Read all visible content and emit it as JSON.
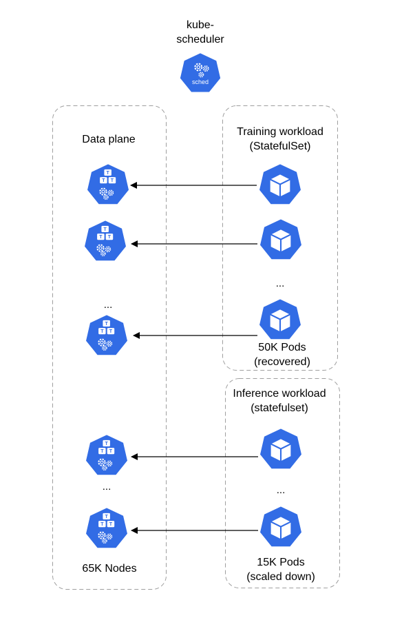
{
  "scheduler": {
    "label_line1": "kube-",
    "label_line2": "scheduler",
    "icon_text": "sched"
  },
  "data_plane": {
    "title": "Data plane",
    "ellipsis_1": "...",
    "ellipsis_2": "...",
    "footer": "65K Nodes"
  },
  "training": {
    "title_line1": "Training workload",
    "title_line2": "(StatefulSet)",
    "ellipsis": "...",
    "footer_line1": "50K Pods",
    "footer_line2": "(recovered)"
  },
  "inference": {
    "title_line1": "Inference workload",
    "title_line2": "(statefulset)",
    "ellipsis": "...",
    "footer_line1": "15K Pods",
    "footer_line2": "(scaled down)"
  },
  "colors": {
    "k8s_blue": "#326CE5",
    "border_gray": "#9E9E9E",
    "arrow": "#000000"
  },
  "icons": {
    "node": "k8s-node-icon",
    "pod": "k8s-pod-icon",
    "scheduler": "k8s-scheduler-icon"
  }
}
